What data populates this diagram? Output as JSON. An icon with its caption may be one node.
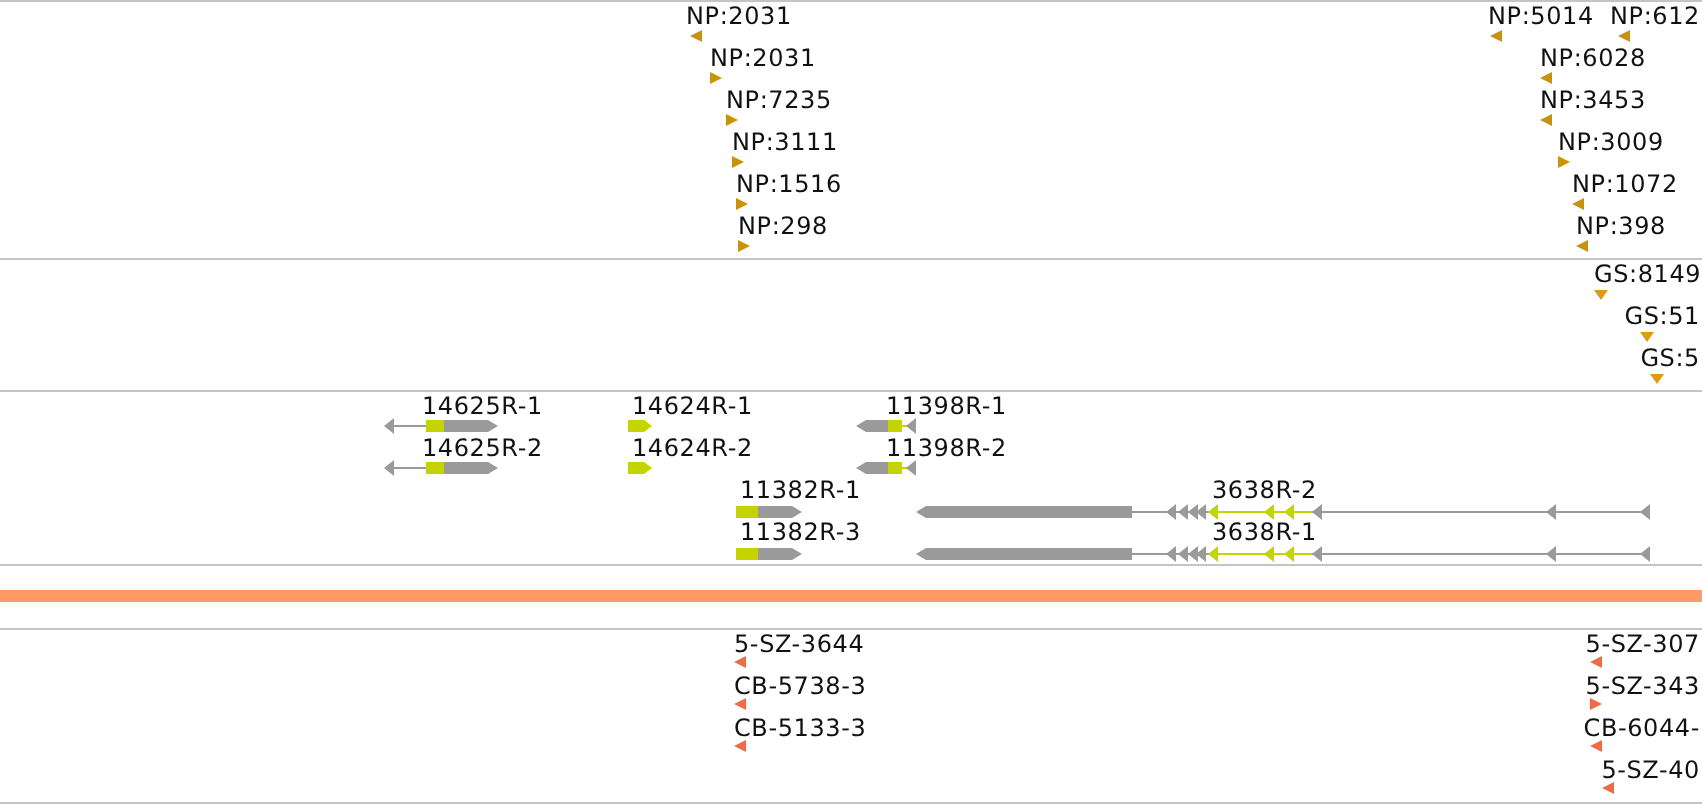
{
  "diagram": {
    "labels": [
      "NP:2031",
      "NP:5014",
      "NP:612",
      "NP:2031",
      "NP:6028",
      "NP:7235",
      "NP:3453",
      "NP:3111",
      "NP:3009",
      "NP:1516",
      "NP:1072",
      "NP:298",
      "NP:398",
      "GS:8149",
      "GS:51",
      "GS:5",
      "14625R-1",
      "14624R-1",
      "11398R-1",
      "14625R-2",
      "14624R-2",
      "11398R-2",
      "11382R-1",
      "3638R-2",
      "11382R-3",
      "3638R-1",
      "5-SZ-3644",
      "5-SZ-307",
      "CB-5738-3",
      "5-SZ-343",
      "CB-5133-3",
      "CB-6044-",
      "5-SZ-40"
    ]
  }
}
